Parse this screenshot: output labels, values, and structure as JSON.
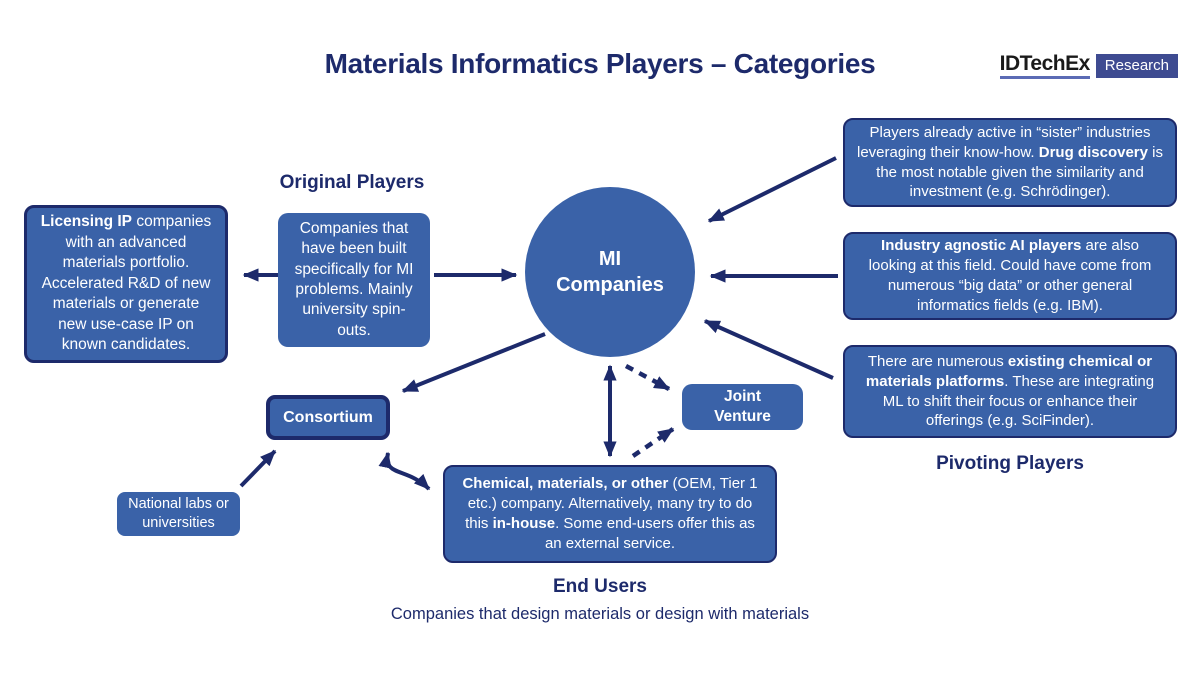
{
  "colors": {
    "navy": "#1d2a6b",
    "blue": "#3a62a8",
    "logo_purple": "#3e4b91",
    "logo_underline": "#5b6bb5"
  },
  "title": "Materials Informatics Players – Categories",
  "logo": {
    "brand": "IDTechEx",
    "tag": "Research"
  },
  "headings": {
    "original_players": "Original Players",
    "pivoting_players": "Pivoting Players",
    "end_users": "End Users",
    "end_users_subtitle": "Companies that design materials or design with materials"
  },
  "nodes": {
    "mi_line1": "MI",
    "mi_line2": "Companies",
    "licensing": "**Licensing IP** companies with an advanced materials portfolio. Accelerated R&D of new materials or generate new use-case IP on known candidates.",
    "original": "Companies that have been built specifically for MI problems. Mainly university spin-outs.",
    "sister": "Players already active in “sister” industries leveraging their know-how. **Drug discovery** is the most notable given the similarity and investment (e.g. Schrödinger).",
    "agnostic": "**Industry agnostic AI players** are also looking at this field. Could have come from numerous “big data” or other general informatics fields (e.g. IBM).",
    "platforms": "There are numerous **existing chemical or materials platforms**. These are integrating ML to shift their focus or enhance their offerings (e.g. SciFinder).",
    "consortium": "Consortium",
    "joint_venture": "Joint Venture",
    "national_labs": "National labs or universities",
    "end_users": "**Chemical, materials, or other** (OEM, Tier 1 etc.) company. Alternatively, many try to do this **in-house**. Some end-users offer this as an external service."
  }
}
